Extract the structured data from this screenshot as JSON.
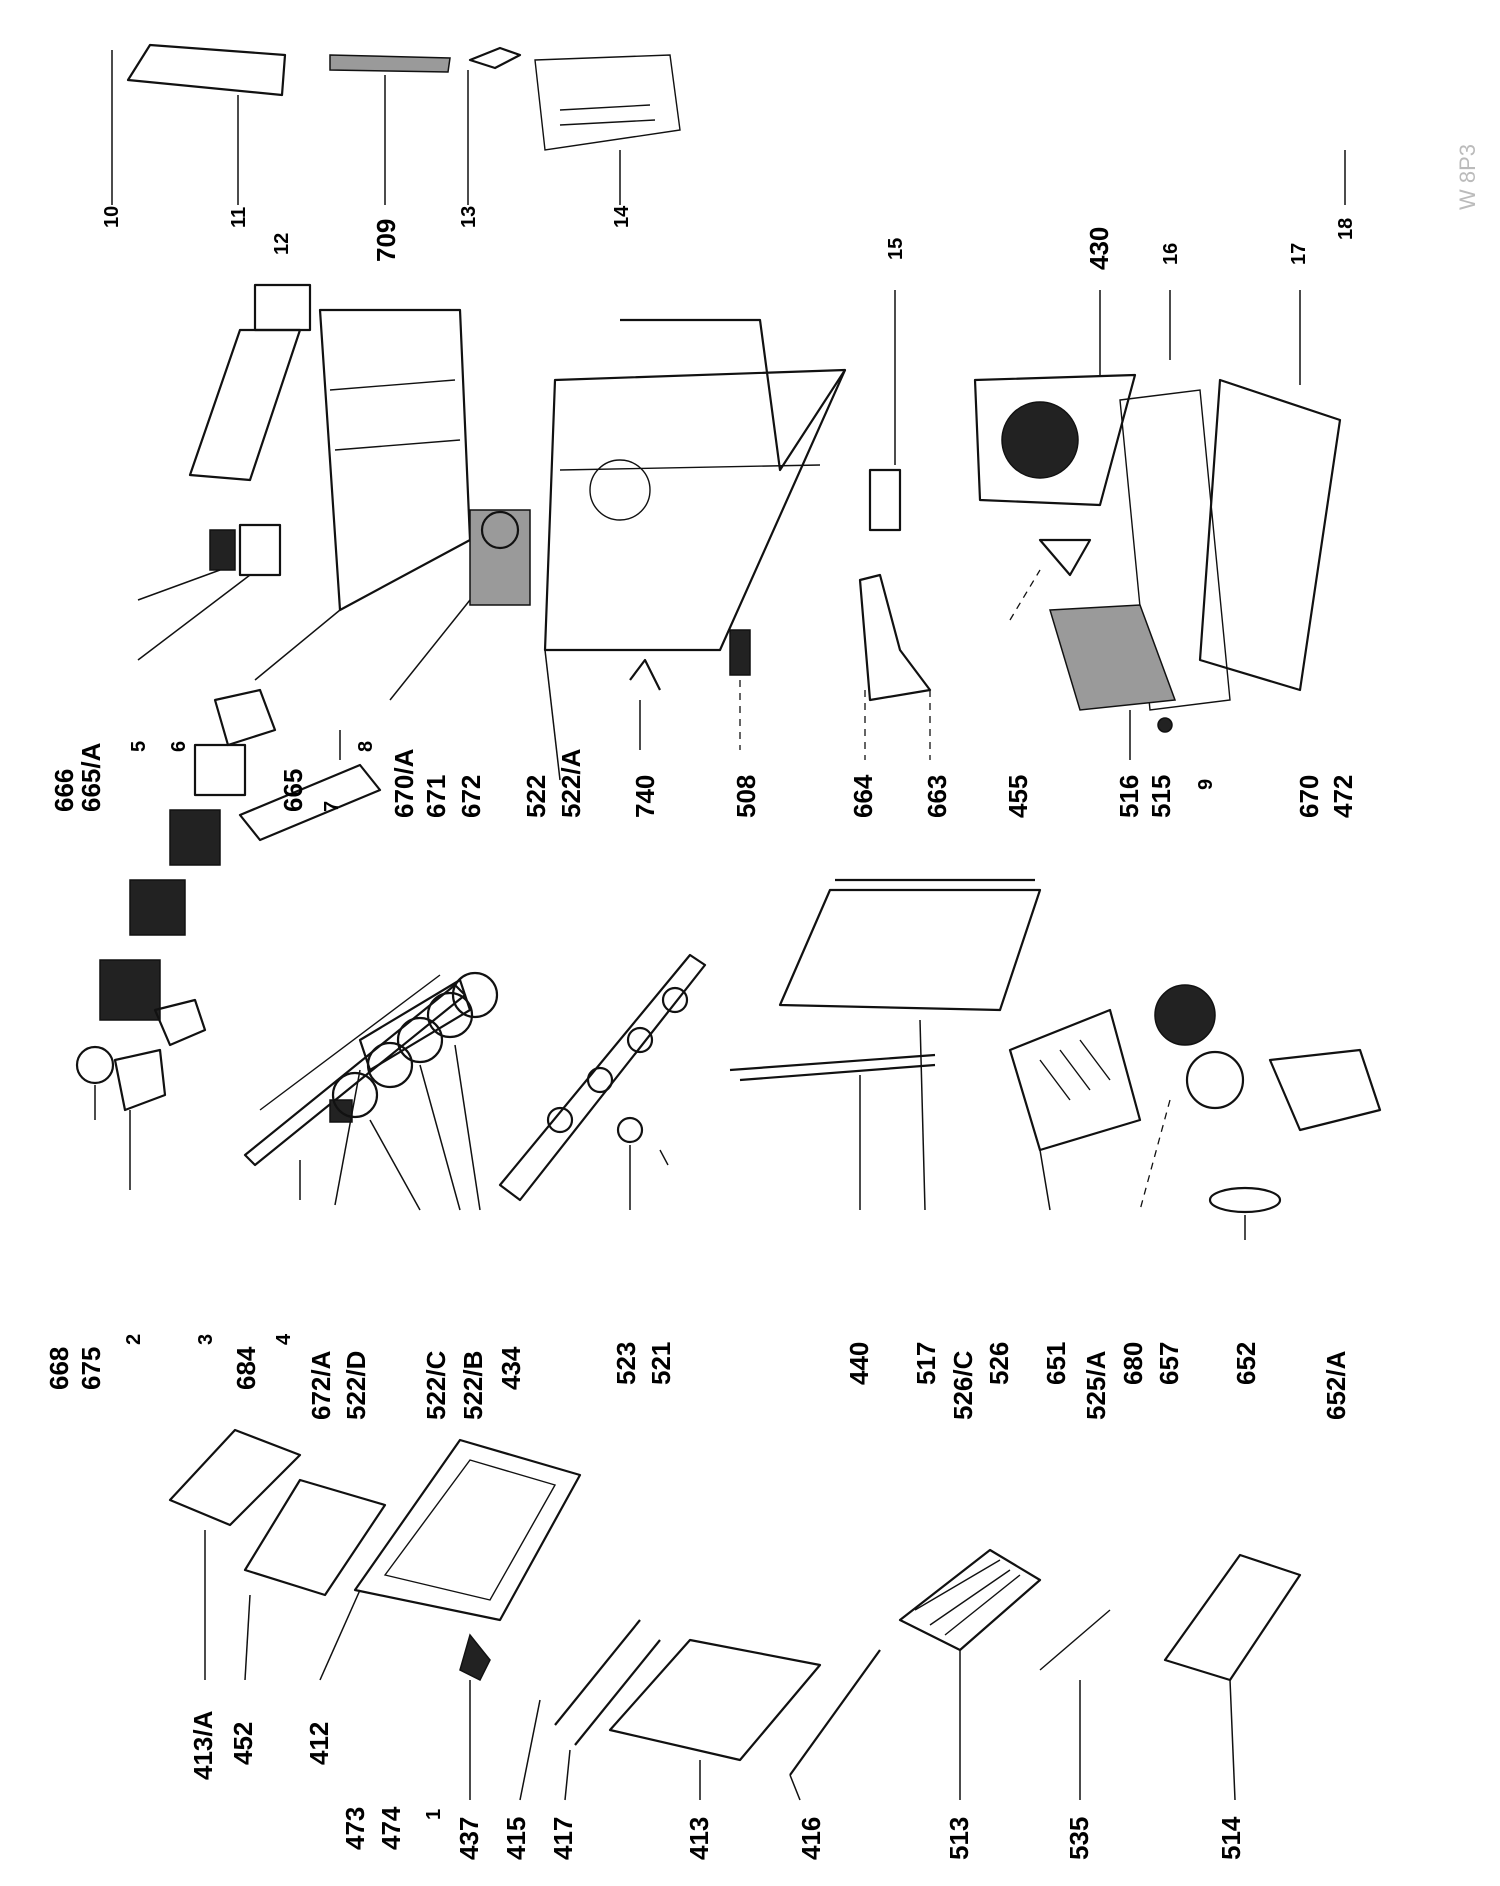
{
  "page": {
    "kind": "exploded parts diagram"
  },
  "labels": [
    {
      "text": "10"
    },
    {
      "text": "11"
    },
    {
      "text": "709"
    },
    {
      "text": "13"
    },
    {
      "text": "14"
    },
    {
      "text": "18"
    },
    {
      "text": "12"
    },
    {
      "text": "15"
    },
    {
      "text": "430"
    },
    {
      "text": "16"
    },
    {
      "text": "17"
    },
    {
      "text": "666"
    },
    {
      "text": "665/A"
    },
    {
      "text": "5"
    },
    {
      "text": "6"
    },
    {
      "text": "665"
    },
    {
      "text": "7"
    },
    {
      "text": "8"
    },
    {
      "text": "670/A"
    },
    {
      "text": "671"
    },
    {
      "text": "672"
    },
    {
      "text": "522"
    },
    {
      "text": "522/A"
    },
    {
      "text": "740"
    },
    {
      "text": "508"
    },
    {
      "text": "664"
    },
    {
      "text": "663"
    },
    {
      "text": "455"
    },
    {
      "text": "516"
    },
    {
      "text": "515"
    },
    {
      "text": "9"
    },
    {
      "text": "670"
    },
    {
      "text": "472"
    },
    {
      "text": "668"
    },
    {
      "text": "675"
    },
    {
      "text": "2"
    },
    {
      "text": "3"
    },
    {
      "text": "684"
    },
    {
      "text": "4"
    },
    {
      "text": "672/A"
    },
    {
      "text": "522/D"
    },
    {
      "text": "522/C"
    },
    {
      "text": "522/B"
    },
    {
      "text": "434"
    },
    {
      "text": "523"
    },
    {
      "text": "521"
    },
    {
      "text": "440"
    },
    {
      "text": "517"
    },
    {
      "text": "526/C"
    },
    {
      "text": "526"
    },
    {
      "text": "651"
    },
    {
      "text": "525/A"
    },
    {
      "text": "680"
    },
    {
      "text": "657"
    },
    {
      "text": "652"
    },
    {
      "text": "652/A"
    },
    {
      "text": "413/A"
    },
    {
      "text": "452"
    },
    {
      "text": "412"
    },
    {
      "text": "473"
    },
    {
      "text": "474"
    },
    {
      "text": "1"
    },
    {
      "text": "437"
    },
    {
      "text": "415"
    },
    {
      "text": "417"
    },
    {
      "text": "413"
    },
    {
      "text": "416"
    },
    {
      "text": "513"
    },
    {
      "text": "535"
    },
    {
      "text": "514"
    }
  ],
  "watermark": "W 8P3"
}
